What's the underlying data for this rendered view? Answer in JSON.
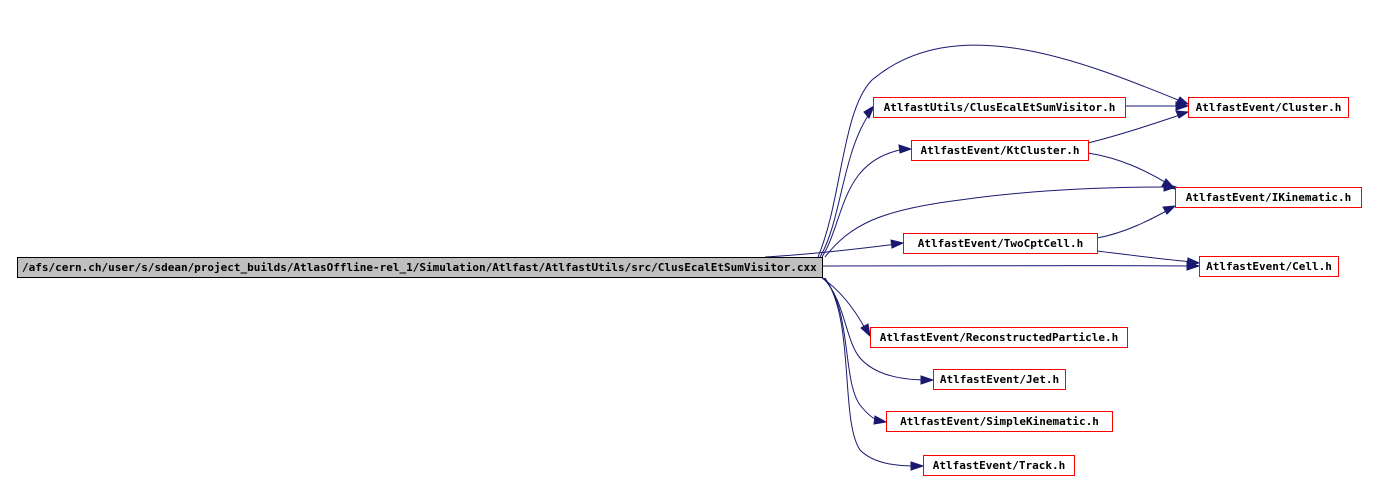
{
  "root": {
    "label": "/afs/cern.ch/user/s/sdean/project_builds/AtlasOffline-rel_1/Simulation/Atlfast/AtlfastUtils/src/ClusEcalEtSumVisitor.cxx"
  },
  "nodes": {
    "clusecal_visitor_h": "AtlfastUtils/ClusEcalEtSumVisitor.h",
    "cluster_h": "AtlfastEvent/Cluster.h",
    "ktcluster_h": "AtlfastEvent/KtCluster.h",
    "ikinematic_h": "AtlfastEvent/IKinematic.h",
    "twocptcell_h": "AtlfastEvent/TwoCptCell.h",
    "cell_h": "AtlfastEvent/Cell.h",
    "reconstructed_particle_h": "AtlfastEvent/ReconstructedParticle.h",
    "jet_h": "AtlfastEvent/Jet.h",
    "simple_kinematic_h": "AtlfastEvent/SimpleKinematic.h",
    "track_h": "AtlfastEvent/Track.h"
  },
  "colors": {
    "edge": "#191970",
    "node_border": "#ff0000",
    "root_fill": "#bfbfbf"
  }
}
